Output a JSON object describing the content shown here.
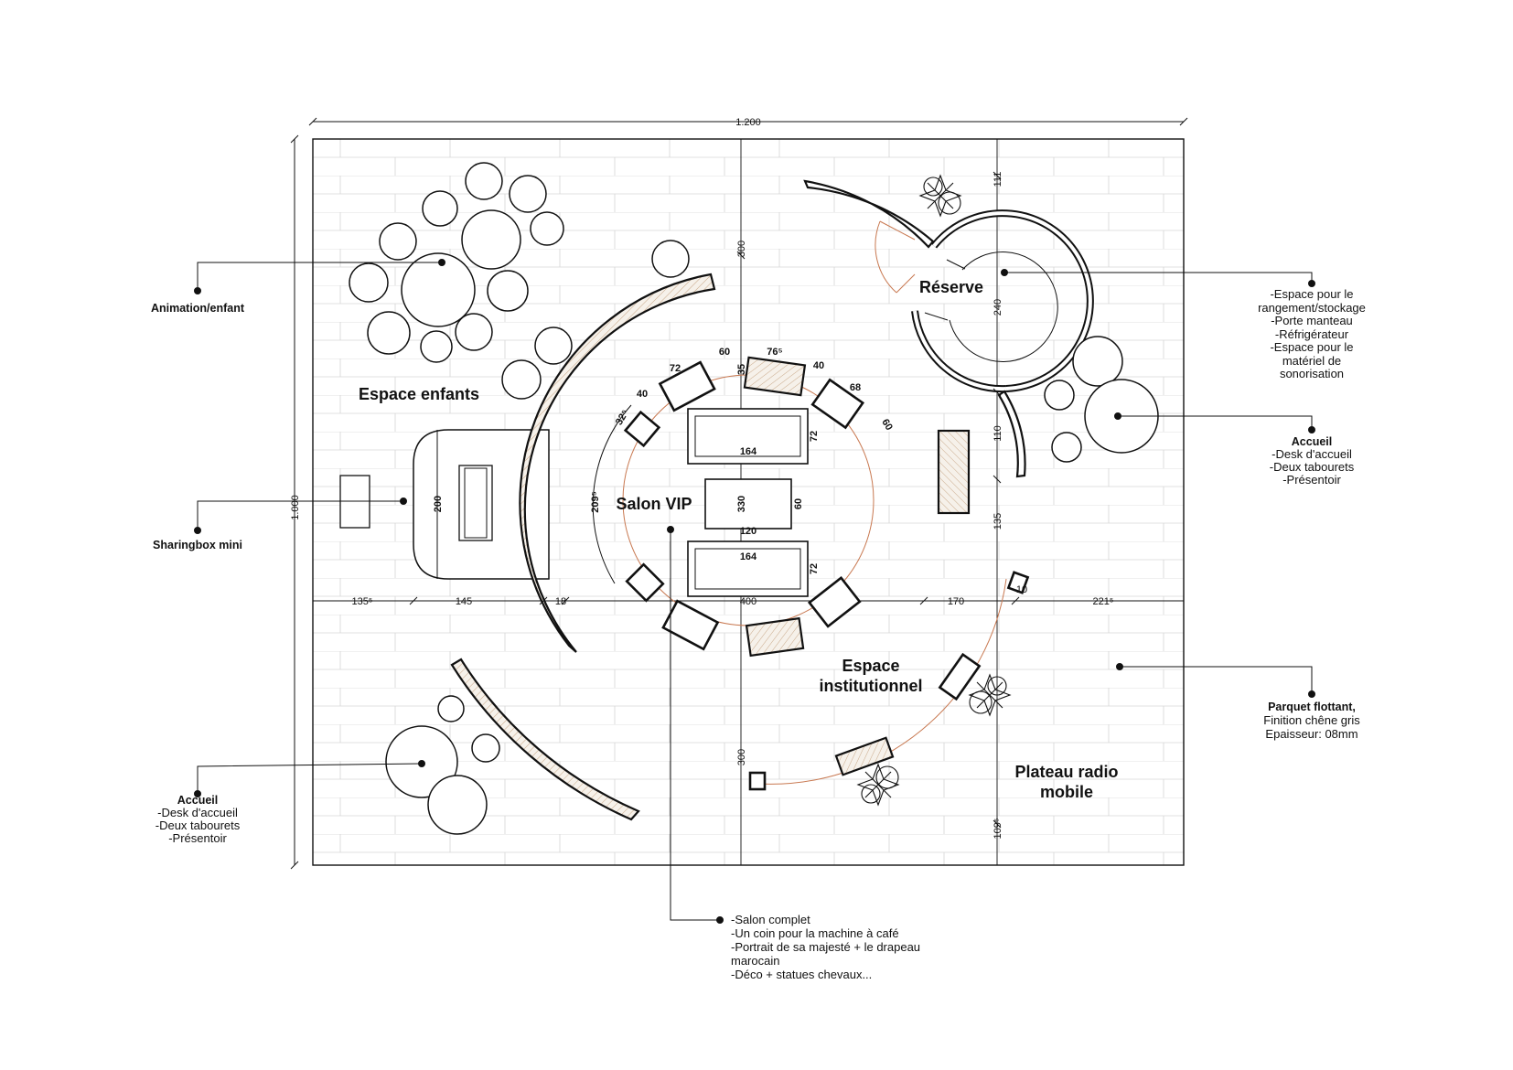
{
  "zones": {
    "espace_enfants": "Espace enfants",
    "salon_vip": "Salon VIP",
    "reserve": "Réserve",
    "espace_institutionnel_1": "Espace",
    "espace_institutionnel_2": "institutionnel",
    "plateau_radio_1": "Plateau radio",
    "plateau_radio_2": "mobile"
  },
  "dimensions": {
    "total_width": "1.200",
    "total_height": "1.000",
    "top_left_vertical": "300",
    "bottom_left_vertical": "300",
    "right_111": "111",
    "right_240": "240",
    "right_110": "110",
    "right_135": "135",
    "right_1095": "109⁵",
    "h_1355": "135⁵",
    "h_145": "145",
    "h_18": "18",
    "h_400": "400",
    "h_170": "170",
    "h_10": "10",
    "h_2215": "221⁵",
    "sharing_200": "200",
    "table_164_a": "164",
    "table_72_a": "72",
    "table_120": "120",
    "table_60": "60",
    "table_330": "330",
    "table_164_b": "164",
    "table_72_b": "72",
    "seat_60_a": "60",
    "seat_765": "76⁵",
    "seat_35": "35",
    "seat_40_a": "40",
    "seat_72": "72",
    "seat_40_b": "40",
    "seat_325": "32⁵",
    "seat_68": "68",
    "seat_60_b": "60",
    "arc_2095": "209⁵"
  },
  "callouts": {
    "animation": {
      "title": "Animation/enfant"
    },
    "sharingbox": {
      "title": "Sharingbox mini"
    },
    "accueil_left": {
      "title": "Accueil",
      "lines": [
        "-Desk d'accueil",
        "-Deux tabourets",
        "-Présentoir"
      ]
    },
    "reserve_notes": {
      "lines": [
        "-Espace pour le",
        "rangement/stockage",
        "-Porte manteau",
        "-Réfrigérateur",
        "-Espace pour le",
        "matériel de",
        "sonorisation"
      ]
    },
    "accueil_right": {
      "title": "Accueil",
      "lines": [
        "-Desk d'accueil",
        "-Deux tabourets",
        "-Présentoir"
      ]
    },
    "parquet": {
      "title": "Parquet flottant,",
      "lines": [
        "Finition chêne gris",
        "Epaisseur: 08mm"
      ]
    },
    "salon_notes": {
      "lines": [
        "-Salon complet",
        "-Un coin pour la machine à café",
        "-Portrait de sa majesté + le drapeau",
        "marocain",
        "-Déco + statues chevaux..."
      ]
    }
  },
  "colors": {
    "line": "#111111",
    "floor_joints": "#cfcfcf",
    "circulation_arc": "#c87850"
  }
}
